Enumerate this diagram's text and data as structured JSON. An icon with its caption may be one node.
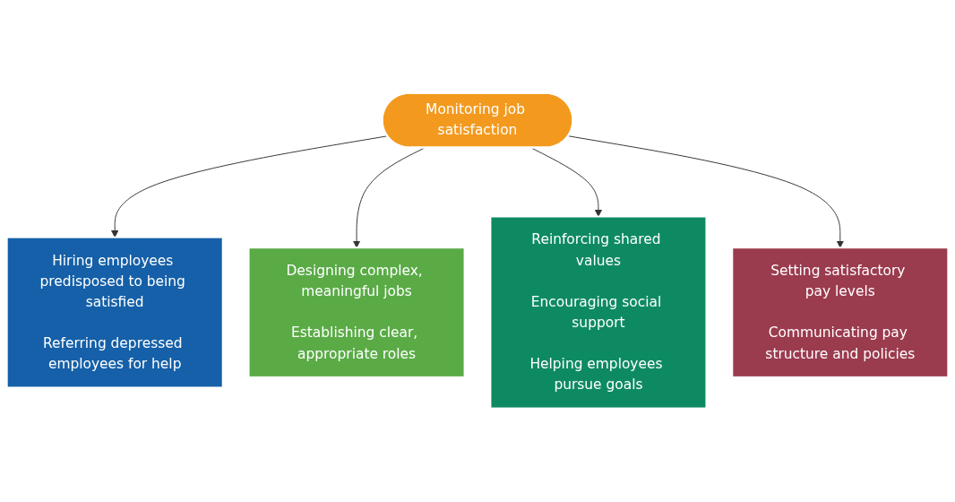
{
  "diagram": {
    "nodes": [
      {
        "text": [
          "Monitoring job satisfaction"
        ]
      },
      {
        "text": [
          "Hiring employees predisposed to being satisfied",
          "Referring depressed employees for help"
        ]
      },
      {
        "text": [
          "Designing complex, meaningful jobs",
          "Establishing clear, appropriate roles"
        ]
      },
      {
        "text": [
          "Reinforcing shared values",
          "Encouraging social support",
          "Helping employees pursue goals"
        ]
      },
      {
        "text": [
          "Setting satisfactory pay levels",
          "Communicating pay structure and policies"
        ]
      }
    ],
    "edges": [
      {
        "from": 0,
        "to": 1,
        "arrow": "to"
      },
      {
        "from": 0,
        "to": 2,
        "arrow": "to"
      },
      {
        "from": 0,
        "to": 3,
        "arrow": "to"
      },
      {
        "from": 0,
        "to": 4,
        "arrow": "to"
      }
    ]
  }
}
